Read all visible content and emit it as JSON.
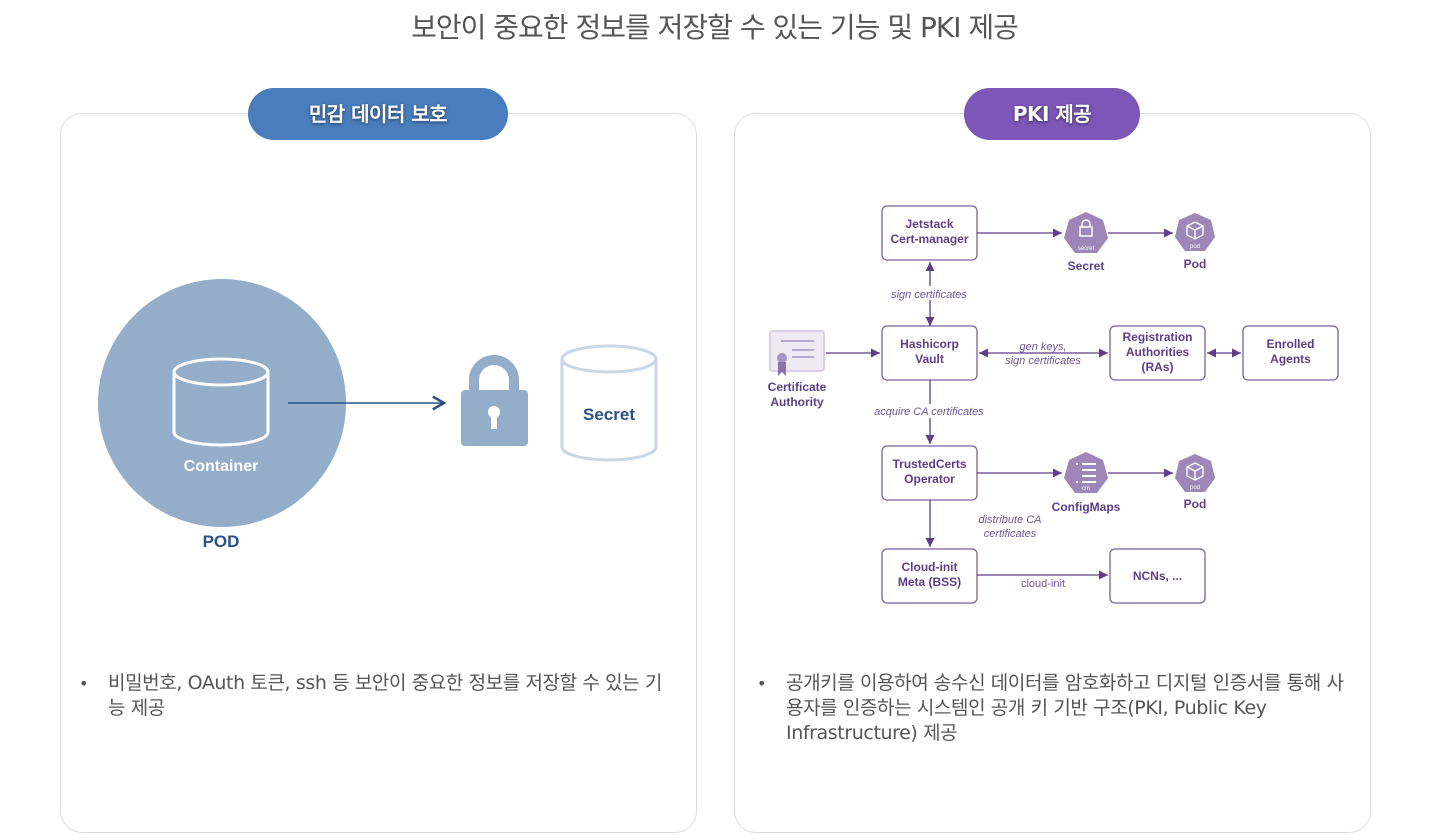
{
  "page": {
    "title": "보안이 중요한 정보를 저장할 수 있는 기능 및 PKI 제공"
  },
  "left_panel": {
    "badge": "민감 데이터 보호",
    "badge_color": "#4a7dbd",
    "diagram": {
      "pod_label": "POD",
      "container_label": "Container",
      "secret_label": "Secret",
      "lock_icon": "padlock-icon"
    },
    "bullet": "비밀번호, OAuth 토큰, ssh 등 보안이 중요한 정보를 저장할 수 있는 기능 제공"
  },
  "right_panel": {
    "badge": "PKI 제공",
    "badge_color": "#7d57b8",
    "diagram": {
      "nodes": {
        "cert_manager": [
          "Jetstack",
          "Cert-manager"
        ],
        "vault": [
          "Hashicorp",
          "Vault"
        ],
        "ras": [
          "Registration",
          "Authorities",
          "(RAs)"
        ],
        "agents": [
          "Enrolled",
          "Agents"
        ],
        "trustedcerts": [
          "TrustedCerts",
          "Operator"
        ],
        "cloudinit": [
          "Cloud-init",
          "Meta (BSS)"
        ],
        "ncns": "NCNs, ...",
        "ca": [
          "Certificate",
          "Authority"
        ]
      },
      "icons": {
        "secret": {
          "label": "Secret",
          "inner": "secret"
        },
        "pod1": {
          "label": "Pod",
          "inner": "pod"
        },
        "configmaps": {
          "label": "ConfigMaps",
          "inner": "cm"
        },
        "pod2": {
          "label": "Pod",
          "inner": "pod"
        }
      },
      "edges": {
        "sign_certificates": "sign certificates",
        "gen_keys_1": "gen keys,",
        "gen_keys_2": "sign certificates",
        "acquire_ca": "acquire CA certificates",
        "distribute_1": "distribute CA",
        "distribute_2": "certificates",
        "cloud_init": "cloud-init"
      }
    },
    "bullet": "공개키를 이용하여 송수신 데이터를 암호화하고 디지털 인증서를 통해 사용자를 인증하는 시스템인 공개 키 기반 구조(PKI, Public Key Infrastructure) 제공"
  },
  "colors": {
    "pod_blue": "#94adc9",
    "dark_blue": "#2a5286",
    "purple": "#5e3f87",
    "purple_icon": "#9d86b8"
  }
}
